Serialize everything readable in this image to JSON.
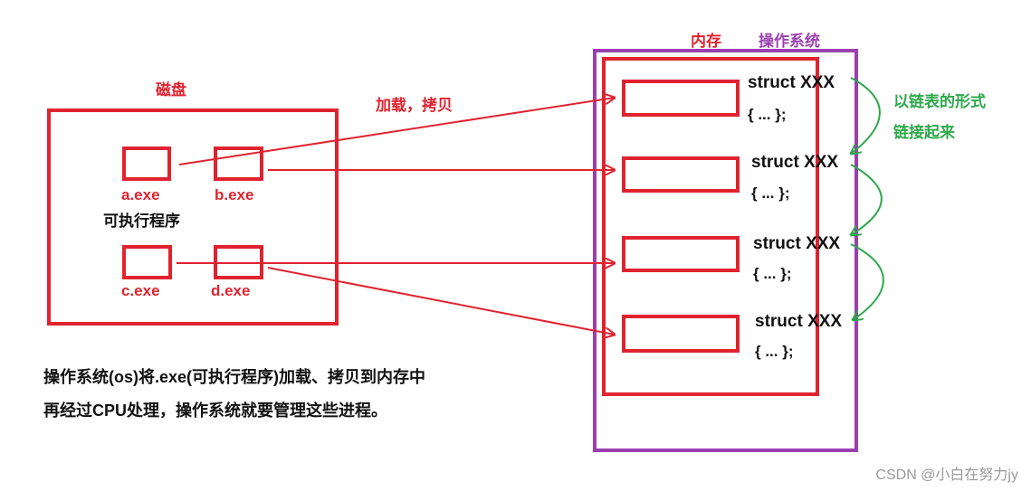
{
  "labels": {
    "disk": "磁盘",
    "load_copy": "加载，拷贝",
    "memory": "内存",
    "os": "操作系统",
    "linked_line1": "以链表的形式",
    "linked_line2": "链接起来",
    "executable": "可执行程序"
  },
  "files": [
    "a.exe",
    "b.exe",
    "c.exe",
    "d.exe"
  ],
  "structs": [
    {
      "name": "struct XXX",
      "body": "{ ... };"
    },
    {
      "name": "struct XXX",
      "body": "{ ... };"
    },
    {
      "name": "struct XXX",
      "body": "{ ... };"
    },
    {
      "name": "struct XXX",
      "body": "{ ... };"
    }
  ],
  "caption": {
    "line1": "操作系统(os)将.exe(可执行程序)加载、拷贝到内存中",
    "line2": "再经过CPU处理，操作系统就要管理这些进程。"
  },
  "watermark": "CSDN @小白在努力jy",
  "colors": {
    "red": "#e0232f",
    "purple": "#9b3fb0",
    "green": "#2ca84a"
  }
}
